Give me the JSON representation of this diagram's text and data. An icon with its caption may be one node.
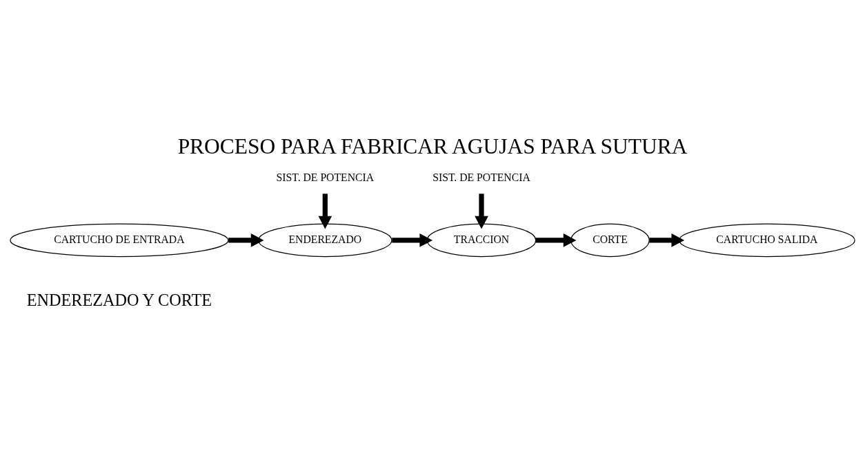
{
  "diagram": {
    "title": "PROCESO PARA FABRICAR AGUJAS PARA SUTURA",
    "nodes": [
      {
        "text": [
          "CARTUCHO DE ENTRADA"
        ]
      },
      {
        "text": [
          "ENDEREZADO"
        ]
      },
      {
        "text": [
          "TRACCION"
        ]
      },
      {
        "text": [
          "CORTE"
        ]
      },
      {
        "text": [
          "CARTUCHO SALIDA"
        ]
      },
      {
        "text": [
          "SIST. DE POTENCIA"
        ]
      },
      {
        "text": [
          "SIST. DE POTENCIA"
        ]
      }
    ],
    "edges": [
      {
        "from": 0,
        "to": 1,
        "arrow": "to"
      },
      {
        "from": 1,
        "to": 2,
        "arrow": "to"
      },
      {
        "from": 2,
        "to": 3,
        "arrow": "to"
      },
      {
        "from": 3,
        "to": 4,
        "arrow": "to"
      },
      {
        "from": 5,
        "to": 1,
        "arrow": "to"
      },
      {
        "from": 6,
        "to": 2,
        "arrow": "to"
      }
    ],
    "labels": [
      "ENDEREZADO Y CORTE"
    ]
  }
}
